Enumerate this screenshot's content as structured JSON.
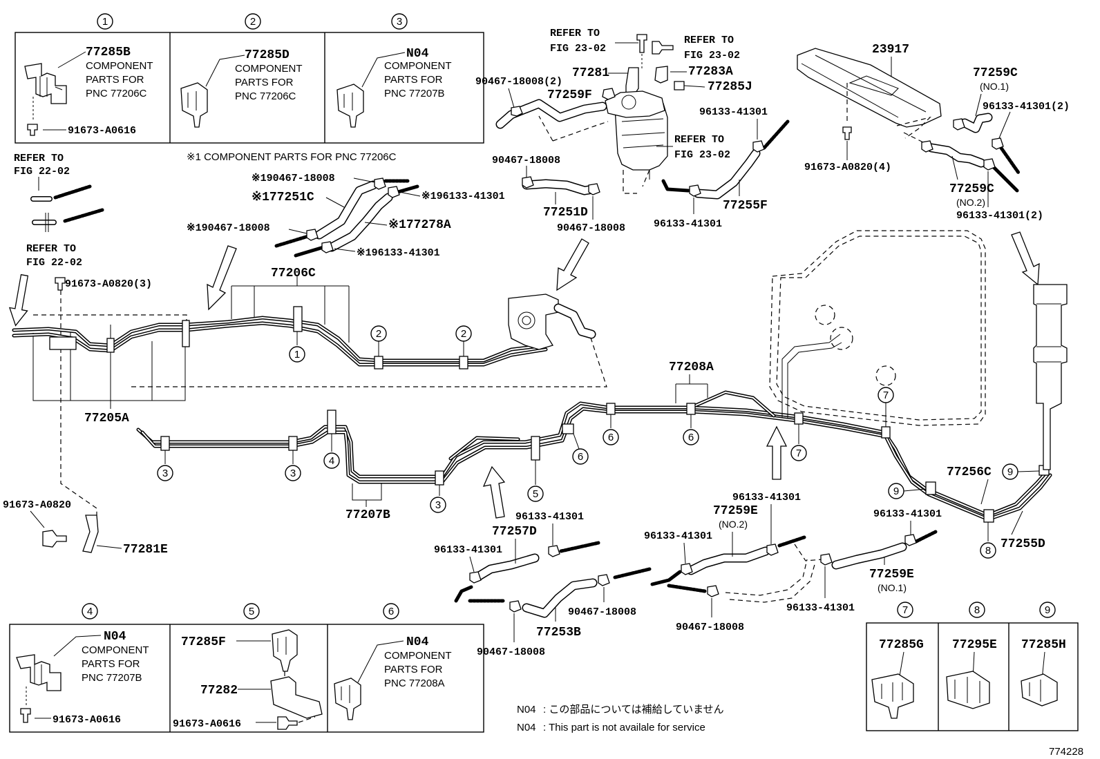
{
  "figure_number": "774228",
  "callouts": {
    "c1": "1",
    "c2": "2",
    "c3": "3",
    "c4": "4",
    "c5": "5",
    "c6": "6",
    "c7": "7",
    "c8": "8",
    "c9": "9"
  },
  "detail_top": {
    "d1": {
      "part": "77285B",
      "lines": [
        "COMPONENT",
        "PARTS FOR",
        "PNC 77206C"
      ],
      "bolt": "91673-A0616"
    },
    "d2": {
      "part": "77285D",
      "lines": [
        "COMPONENT",
        "PARTS FOR",
        "PNC 77206C"
      ]
    },
    "d3": {
      "part": "N04",
      "lines": [
        "COMPONENT",
        "PARTS FOR",
        "PNC 77207B"
      ]
    },
    "footnote": "※1 COMPONENT PARTS FOR PNC 77206C"
  },
  "detail_bottom": {
    "d4": {
      "part": "N04",
      "lines": [
        "COMPONENT",
        "PARTS FOR",
        "PNC 77207B"
      ],
      "bolt": "91673-A0616"
    },
    "d5": {
      "part_a": "77285F",
      "part_b": "77282",
      "bolt": "91673-A0616"
    },
    "d6": {
      "part": "N04",
      "lines": [
        "COMPONENT",
        "PARTS FOR",
        "PNC 77208A"
      ]
    },
    "d7": {
      "part": "77285G"
    },
    "d8": {
      "part": "77295E"
    },
    "d9": {
      "part": "77285H"
    }
  },
  "refer": {
    "refer_to": "REFER TO",
    "fig_22_02": "FIG 22-02",
    "fig_23_02": "FIG 23-02"
  },
  "labels": {
    "l77206C": "77206C",
    "l77205A": "77205A",
    "l77207B": "77207B",
    "l77208A": "77208A",
    "l91673_A0820_3": "91673-A0820(3)",
    "l91673_A0820": "91673-A0820",
    "l77281E": "77281E",
    "l90467_18008_2": "90467-18008(2)",
    "l77259F": "77259F",
    "l77281": "77281",
    "l77283A": "77283A",
    "l77285J": "77285J",
    "l90467_18008_a": "90467-18008",
    "l77251D": "77251D",
    "l90467_18008_b": "90467-18008",
    "l96133_41301_a": "96133-41301",
    "l96133_41301_b": "96133-41301",
    "l77255F": "77255F",
    "l23917": "23917",
    "l91673_A0820_4": "91673-A0820(4)",
    "l77259C_a": "77259C",
    "l77259C_a_sub": "(NO.1)",
    "l96133_41301_2a": "96133-41301(2)",
    "l77259C_b": "77259C",
    "l77259C_b_sub": "(NO.2)",
    "l96133_41301_2b": "96133-41301(2)",
    "s_90467_18008_a": "※190467-18008",
    "s_77251C": "※177251C",
    "s_96133_41301_a": "※196133-41301",
    "s_90467_18008_b": "※190467-18008",
    "s_77278A": "※177278A",
    "s_96133_41301_b": "※196133-41301",
    "l96133_41301_c": "96133-41301",
    "l77257D": "77257D",
    "l96133_41301_d": "96133-41301",
    "l90467_18008_c": "90467-18008",
    "l77253B": "77253B",
    "l90467_18008_d": "90467-18008",
    "l96133_41301_e": "96133-41301",
    "l77259E_a": "77259E",
    "l77259E_a_sub": "(NO.2)",
    "l96133_41301_f": "96133-41301",
    "l90467_18008_e": "90467-18008",
    "l96133_41301_g": "96133-41301",
    "l96133_41301_h": "96133-41301",
    "l77259E_b": "77259E",
    "l77259E_b_sub": "(NO.1)",
    "l77256C": "77256C",
    "l77255D": "77255D"
  },
  "notes": {
    "n1_code": "N04",
    "n1_text": ": この部品については補給していません",
    "n2_code": "N04",
    "n2_text": ": This part is not availale for service"
  }
}
